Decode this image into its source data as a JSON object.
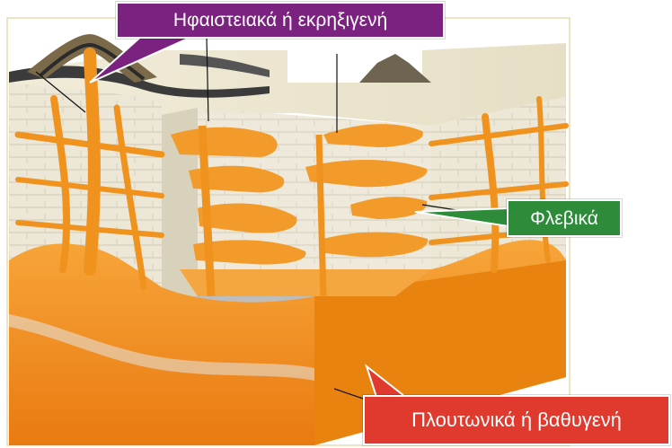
{
  "labels": {
    "volcanic": "Ηφαιστειακά ή εκρηξιγενή",
    "vein": "Φλεβικά",
    "plutonic": "Πλουτωνικά ή βαθυγενή"
  },
  "colors": {
    "volcanic_label": "#7b2280",
    "vein_label": "#2e8b3a",
    "plutonic_label": "#e03a2e",
    "magma": "#f08a1c",
    "magma_light": "#f7b24a",
    "rock_layer": "#ebe6d4",
    "rock_shadow": "#c9c2ac",
    "grey_layer": "#b9b9b9"
  }
}
